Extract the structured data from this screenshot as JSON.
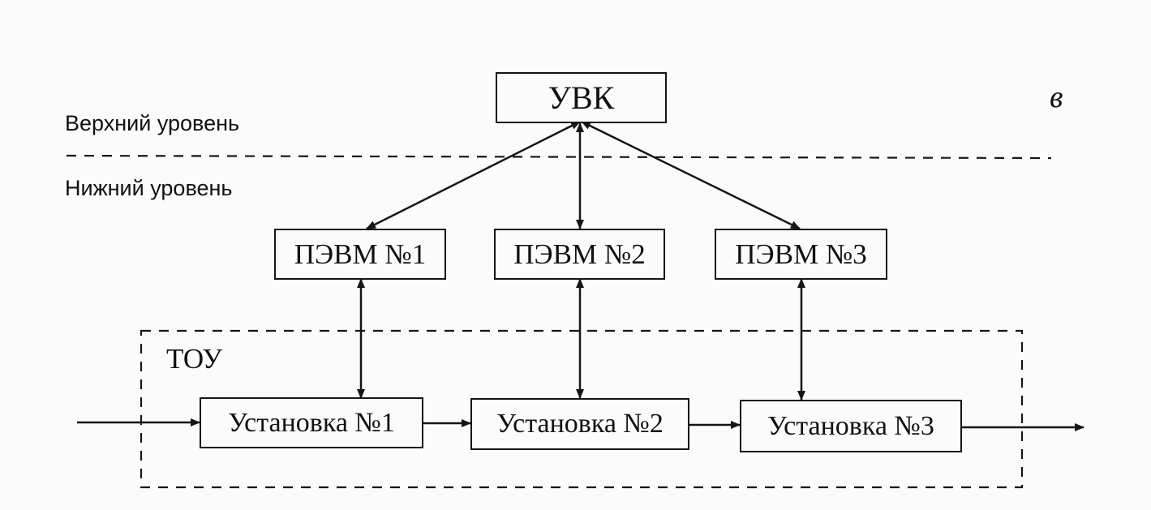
{
  "labels": {
    "panel_letter": "в",
    "upper_level": "Верхний уровень",
    "lower_level": "Нижний уровень",
    "plant_group": "ТОУ"
  },
  "nodes": {
    "uvk": "УВК",
    "pc1": "ПЭВМ №1",
    "pc2": "ПЭВМ №2",
    "pc3": "ПЭВМ №3",
    "unit1": "Установка №1",
    "unit2": "Установка №2",
    "unit3": "Установка №3"
  },
  "edges": [
    {
      "from": "uvk",
      "to": "pc1",
      "direction": "both"
    },
    {
      "from": "uvk",
      "to": "pc2",
      "direction": "both"
    },
    {
      "from": "uvk",
      "to": "pc3",
      "direction": "both"
    },
    {
      "from": "pc1",
      "to": "unit1",
      "direction": "both"
    },
    {
      "from": "pc2",
      "to": "unit2",
      "direction": "both"
    },
    {
      "from": "pc3",
      "to": "unit3",
      "direction": "both"
    },
    {
      "from": "input",
      "to": "unit1",
      "direction": "forward"
    },
    {
      "from": "unit1",
      "to": "unit2",
      "direction": "forward"
    },
    {
      "from": "unit2",
      "to": "unit3",
      "direction": "forward"
    },
    {
      "from": "unit3",
      "to": "output",
      "direction": "forward"
    }
  ]
}
